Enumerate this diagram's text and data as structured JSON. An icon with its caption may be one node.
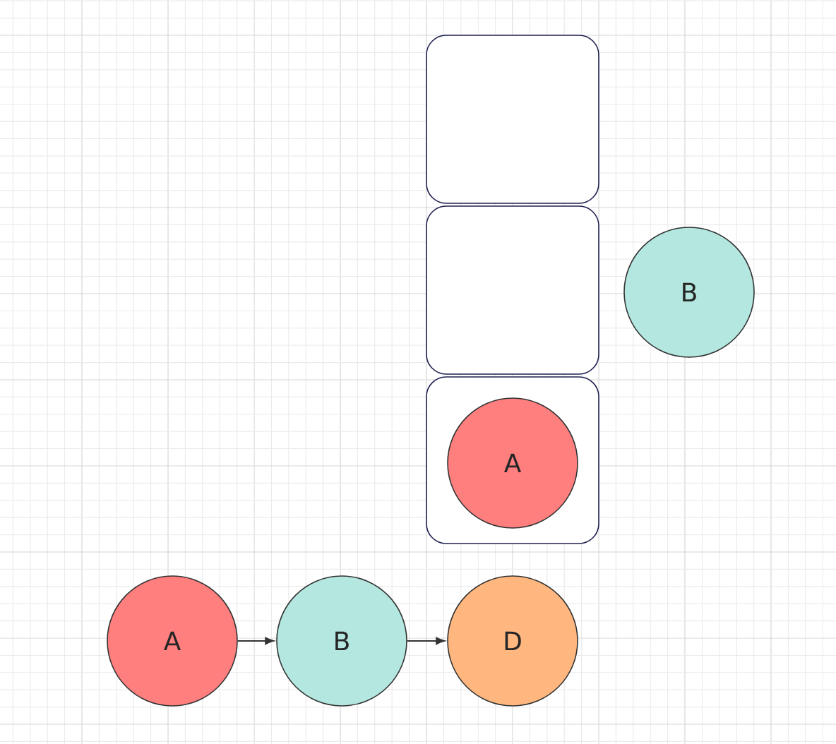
{
  "diagram": {
    "nodes": [
      {
        "text": [],
        "shape": "box"
      },
      {
        "text": [],
        "shape": "box"
      },
      {
        "text": [],
        "shape": "box"
      },
      {
        "text": [
          "A"
        ],
        "in": 2
      },
      {
        "text": [
          "B"
        ]
      },
      {
        "text": [
          "A"
        ]
      },
      {
        "text": [
          "B"
        ]
      },
      {
        "text": [
          "D"
        ]
      }
    ],
    "edges": [
      {
        "from": 5,
        "to": 6,
        "arrow": "to"
      },
      {
        "from": 6,
        "to": 7,
        "arrow": "to"
      }
    ]
  }
}
